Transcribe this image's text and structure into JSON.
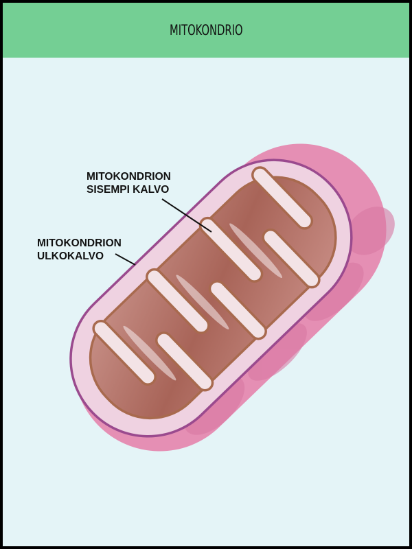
{
  "header": {
    "title": "MITOKONDRIO"
  },
  "labels": {
    "inner_membrane": {
      "line1": "MITOKONDRION",
      "line2": "SISEMPI KALVO"
    },
    "outer_membrane": {
      "line1": "MITOKONDRION",
      "line2": "ULKOKALVO"
    }
  },
  "colors": {
    "header": "#74cf94",
    "background": "#e4f4f7",
    "outer_membrane": "#9a4a8e",
    "body": "#e58fb4",
    "inner_membrane": "#b87a5e"
  }
}
